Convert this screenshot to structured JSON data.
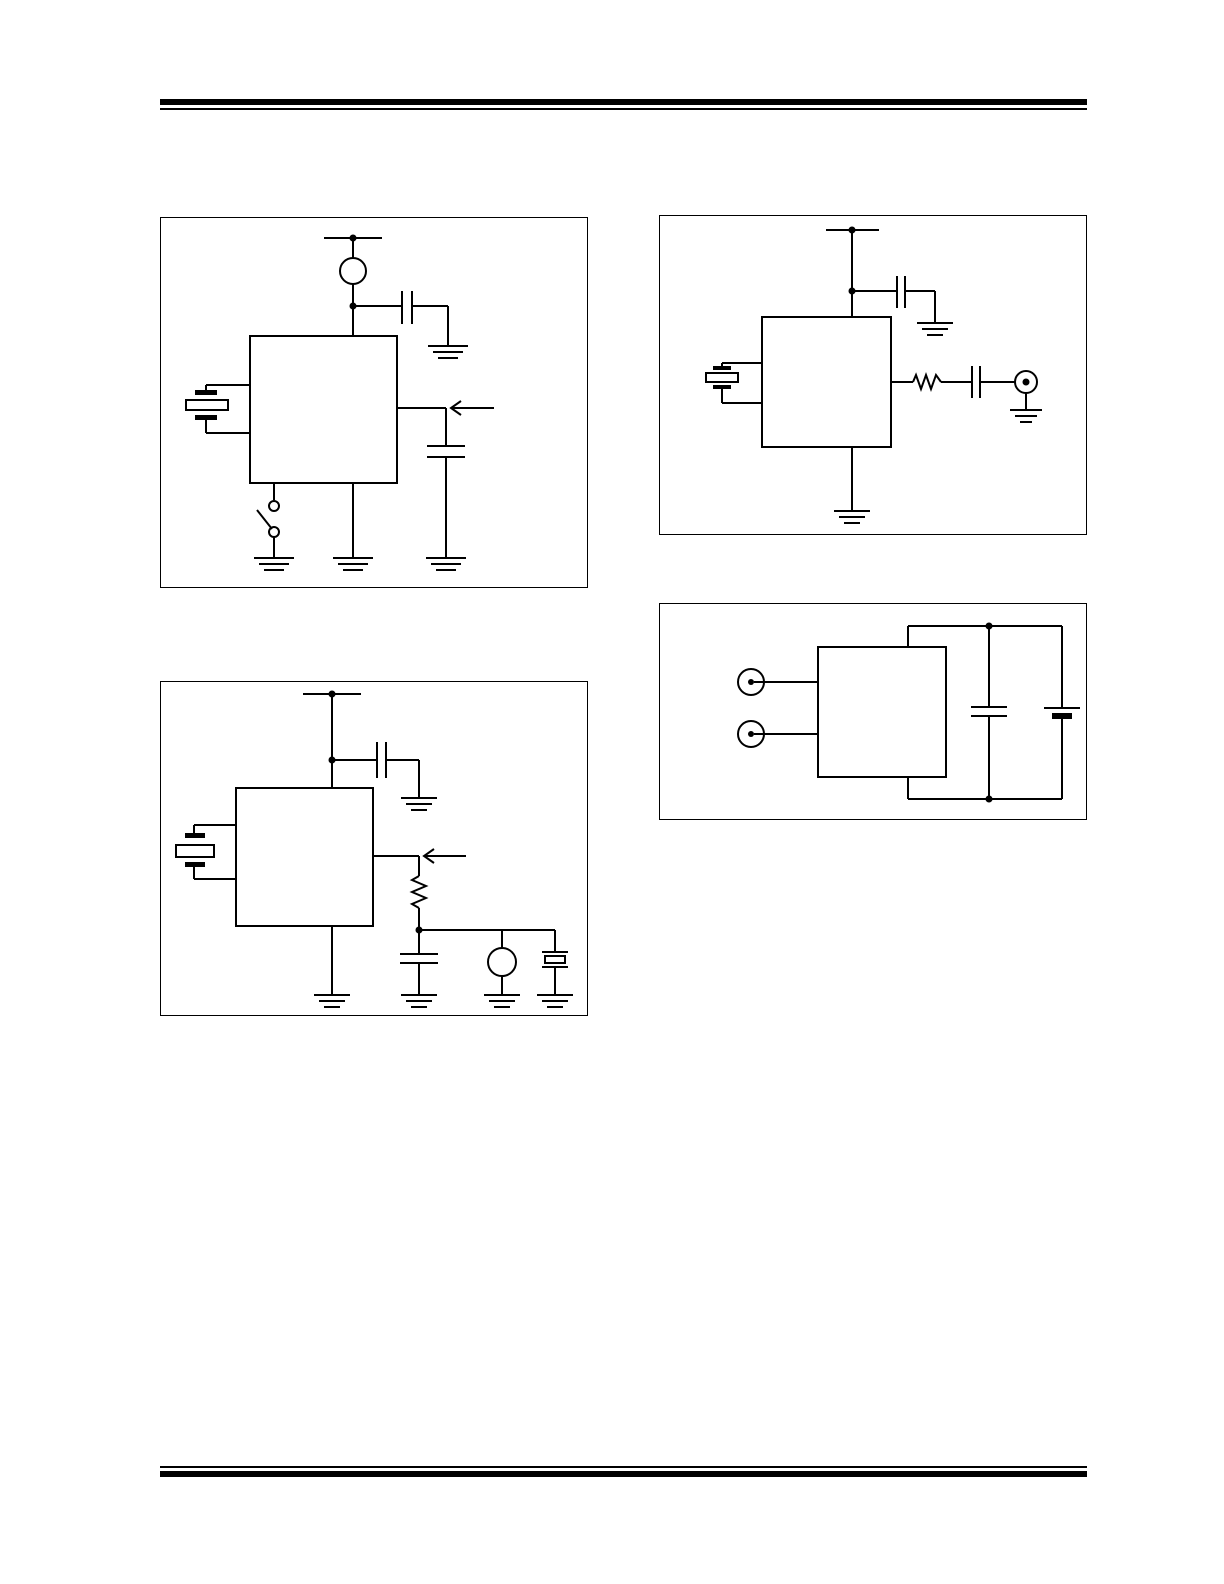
{
  "page": {
    "header_rules": [
      "thick",
      "thin"
    ],
    "footer_rules": [
      "thin",
      "thick"
    ]
  },
  "figures": [
    {
      "id": "figure-1",
      "components": [
        "supply-rail",
        "meter-circle",
        "bypass-capacitor",
        "ground",
        "ic-block",
        "crystal",
        "output-tap-arrow",
        "capacitor",
        "switch"
      ]
    },
    {
      "id": "figure-2",
      "components": [
        "supply-rail",
        "bypass-capacitor",
        "ground",
        "ic-block",
        "crystal",
        "resistor",
        "capacitor",
        "ac-coupling-capacitor",
        "coax-connector"
      ]
    },
    {
      "id": "figure-3",
      "components": [
        "supply-rail",
        "bypass-capacitor",
        "ground",
        "ic-block",
        "crystal",
        "output-tap-arrow",
        "resistor",
        "capacitor",
        "meter-circle",
        "crystal"
      ]
    },
    {
      "id": "figure-4",
      "components": [
        "coax-connector",
        "coax-connector",
        "ic-block",
        "capacitor",
        "battery"
      ]
    }
  ]
}
